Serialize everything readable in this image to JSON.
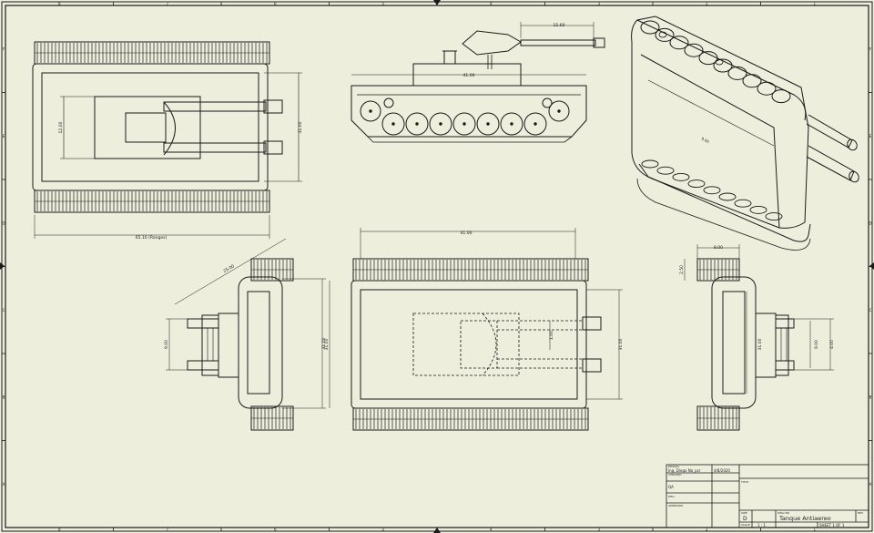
{
  "sheet": {
    "background": "#eeeedd",
    "line_color": "#1a1a1a",
    "border_columns": [
      "8",
      "7",
      "6",
      "5",
      "4",
      "3",
      "2",
      "1"
    ],
    "border_rows": [
      "F",
      "E",
      "D",
      "C",
      "B",
      "A"
    ]
  },
  "dimensions": {
    "top_overall_length": "65.10 (Ranges)",
    "top_width": "31.00",
    "top_inner": "12.00",
    "front_hull_length": "41.00",
    "front_barrel": "15.60",
    "iso_note": "9.00",
    "left_diag": "25.00",
    "left_width": "31.00",
    "left_small": "9.00",
    "bottom_length": "41.00",
    "bottom_width_left": "31.00",
    "bottom_width_right": "31.00",
    "bottom_inner": "1.00",
    "right_top": "8.00",
    "right_height": "2.50",
    "right_width": "31.00",
    "right_a": "9.00",
    "right_b": "4.00"
  },
  "title_block": {
    "designed_by_label": "DESIGN",
    "designed_by": "Ing. Diego Na_pcr",
    "date": "4/8/2020",
    "checked_label": "CHECKED",
    "checked_value": "QA",
    "mfg_label": "MFG",
    "approved_label": "APPROVED",
    "title_label": "TITLE",
    "size_label": "SIZE",
    "size_value": "D",
    "dwg_label": "DWG NO",
    "dwg_title": "Tanque Antiaereo",
    "rev_label": "REV",
    "scale_label": "SCALE",
    "scale_value": "1 : 1",
    "sheet_label": "SHEET 1 OF 1"
  }
}
